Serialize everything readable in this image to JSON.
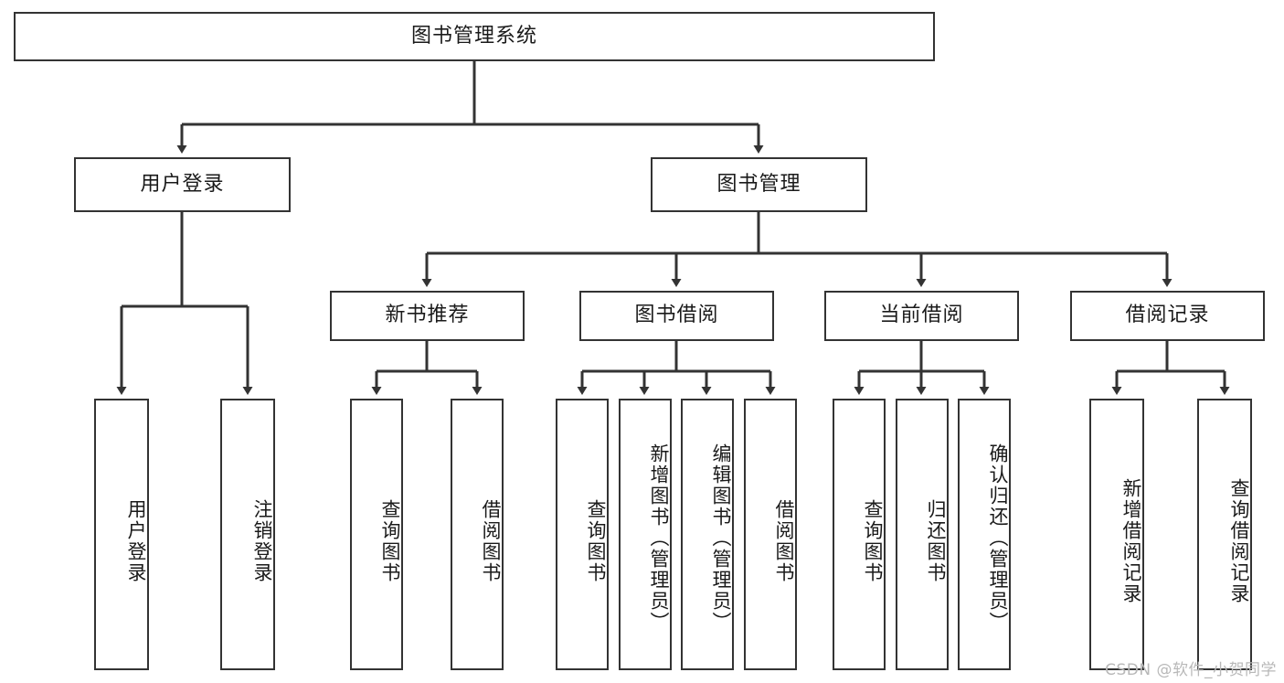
{
  "diagram": {
    "title": "图书管理系统",
    "type": "tree",
    "root": {
      "label": "图书管理系统"
    },
    "level2": [
      {
        "id": "user-login",
        "label": "用户登录"
      },
      {
        "id": "book-management",
        "label": "图书管理"
      }
    ],
    "level3": [
      {
        "id": "new-book-recommend",
        "label": "新书推荐"
      },
      {
        "id": "book-borrow",
        "label": "图书借阅"
      },
      {
        "id": "current-borrow",
        "label": "当前借阅"
      },
      {
        "id": "borrow-record",
        "label": "借阅记录"
      }
    ],
    "leaves": [
      {
        "id": "leaf-user-login",
        "label": "用户登录",
        "parent": "user-login"
      },
      {
        "id": "leaf-logout-login",
        "label": "注销登录",
        "parent": "user-login"
      },
      {
        "id": "leaf-query-book-1",
        "label": "查询图书",
        "parent": "new-book-recommend"
      },
      {
        "id": "leaf-borrow-book-1",
        "label": "借阅图书",
        "parent": "new-book-recommend"
      },
      {
        "id": "leaf-query-book-2",
        "label": "查询图书",
        "parent": "book-borrow"
      },
      {
        "id": "leaf-add-book",
        "label": "新增图书（管理员）",
        "parent": "book-borrow"
      },
      {
        "id": "leaf-edit-book",
        "label": "编辑图书（管理员）",
        "parent": "book-borrow"
      },
      {
        "id": "leaf-borrow-book-2",
        "label": "借阅图书",
        "parent": "book-borrow"
      },
      {
        "id": "leaf-query-book-3",
        "label": "查询图书",
        "parent": "current-borrow"
      },
      {
        "id": "leaf-return-book",
        "label": "归还图书",
        "parent": "current-borrow"
      },
      {
        "id": "leaf-confirm-return",
        "label": "确认归还（管理员）",
        "parent": "current-borrow"
      },
      {
        "id": "leaf-add-record",
        "label": "新增借阅记录",
        "parent": "borrow-record"
      },
      {
        "id": "leaf-query-record",
        "label": "查询借阅记录",
        "parent": "borrow-record"
      }
    ],
    "colors": {
      "stroke": "#333333",
      "fill": "#ffffff",
      "text": "#1a1a1a",
      "watermark": "#b8b8b8"
    }
  },
  "watermark": {
    "text": "CSDN @软件_小贺同学"
  }
}
